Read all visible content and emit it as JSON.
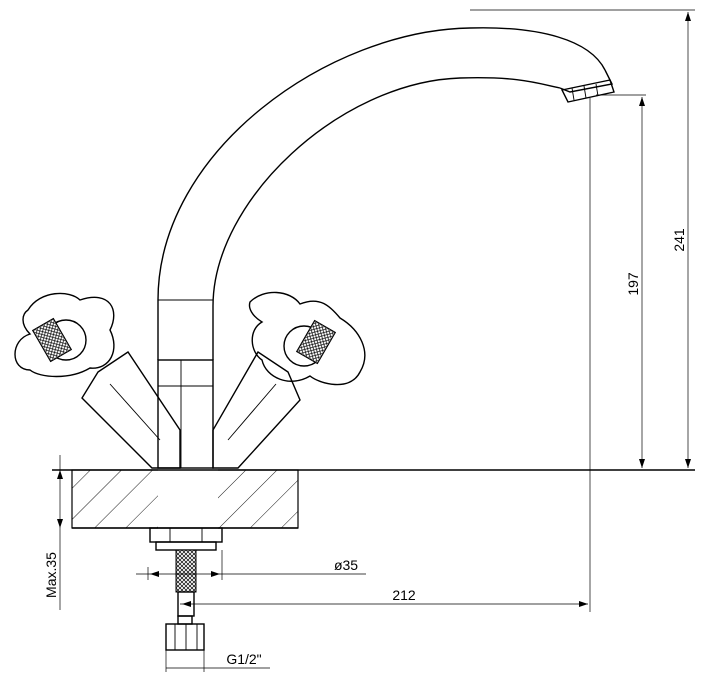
{
  "drawing": {
    "subject": "",
    "line_color": "#000000",
    "background": "#ffffff"
  },
  "dimensions": {
    "overall_height": "241",
    "spout_height": "197",
    "spout_reach": "212",
    "base_diameter": "ø35",
    "max_thickness": "Max.35",
    "thread": "G1/2\""
  }
}
